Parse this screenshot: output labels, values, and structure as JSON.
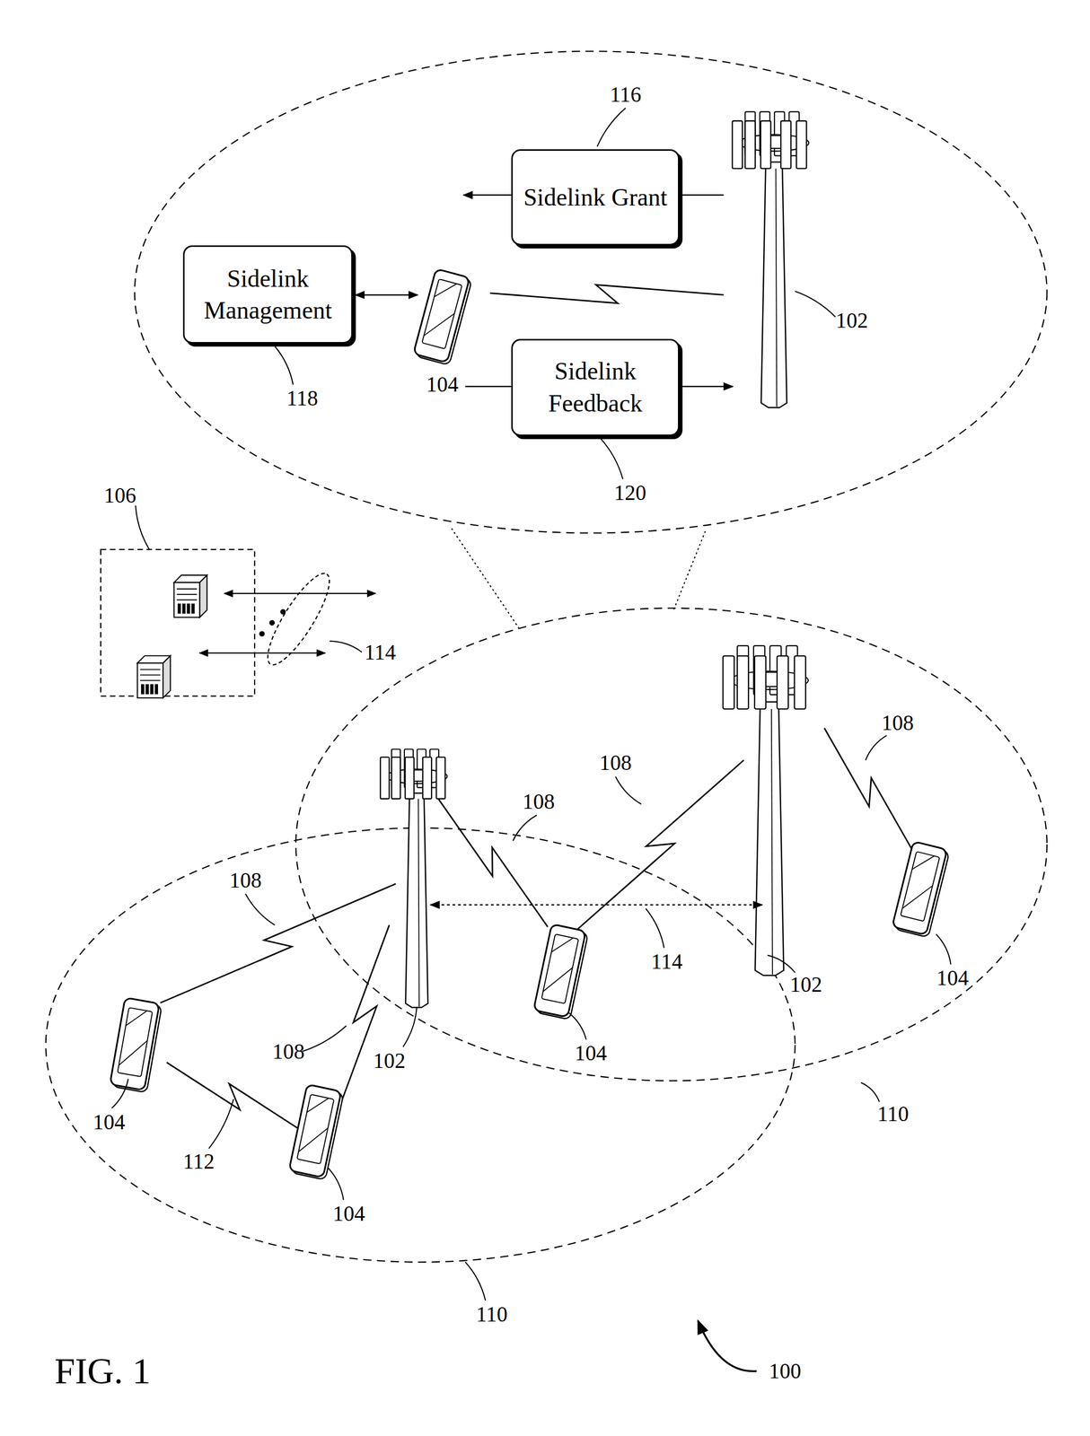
{
  "diagram": {
    "caption": "FIG. 1",
    "nodes": [
      {
        "text": [
          "Sidelink Grant"
        ]
      },
      {
        "text": [
          "Sidelink Management"
        ]
      },
      {
        "text": [
          "Sidelink Feedback"
        ]
      }
    ],
    "labels": [
      "116",
      "102",
      "118",
      "104",
      "120",
      "106",
      "114",
      "108",
      "108",
      "108",
      "108",
      "114",
      "102",
      "104",
      "108",
      "102",
      "104",
      "104",
      "110",
      "112",
      "104",
      "110",
      "100"
    ]
  }
}
